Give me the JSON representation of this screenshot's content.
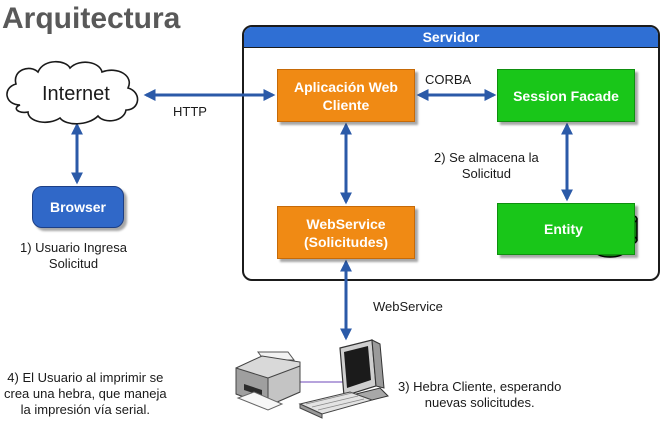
{
  "title": "Arquitectura",
  "server": {
    "title": "Servidor"
  },
  "nodes": {
    "internet": "Internet",
    "browser": "Browser",
    "app": "Aplicación Web\nCliente",
    "webservice": "WebService\n(Solicitudes)",
    "facade": "Session Facade",
    "entity": "Entity"
  },
  "labels": {
    "http": "HTTP",
    "corba": "CORBA",
    "store": "2) Se almacena la\nSolicitud",
    "user": "1) Usuario Ingresa\nSolicitud",
    "webservice_conn": "WebService",
    "print": "4) El Usuario al imprimir se\ncrea una hebra, que maneja\nla impresión vía serial.",
    "thread": "3) Hebra Cliente, esperando\nnuevas solicitudes."
  },
  "colors": {
    "server_header": "#2f6fd4",
    "orange": "#f08a14",
    "green": "#19c619",
    "browser_blue": "#3068c8",
    "arrow": "#2b5aa8"
  },
  "icons": [
    "cloud-icon",
    "database-icon",
    "printer-icon",
    "monitor-icon",
    "keyboard-icon"
  ]
}
